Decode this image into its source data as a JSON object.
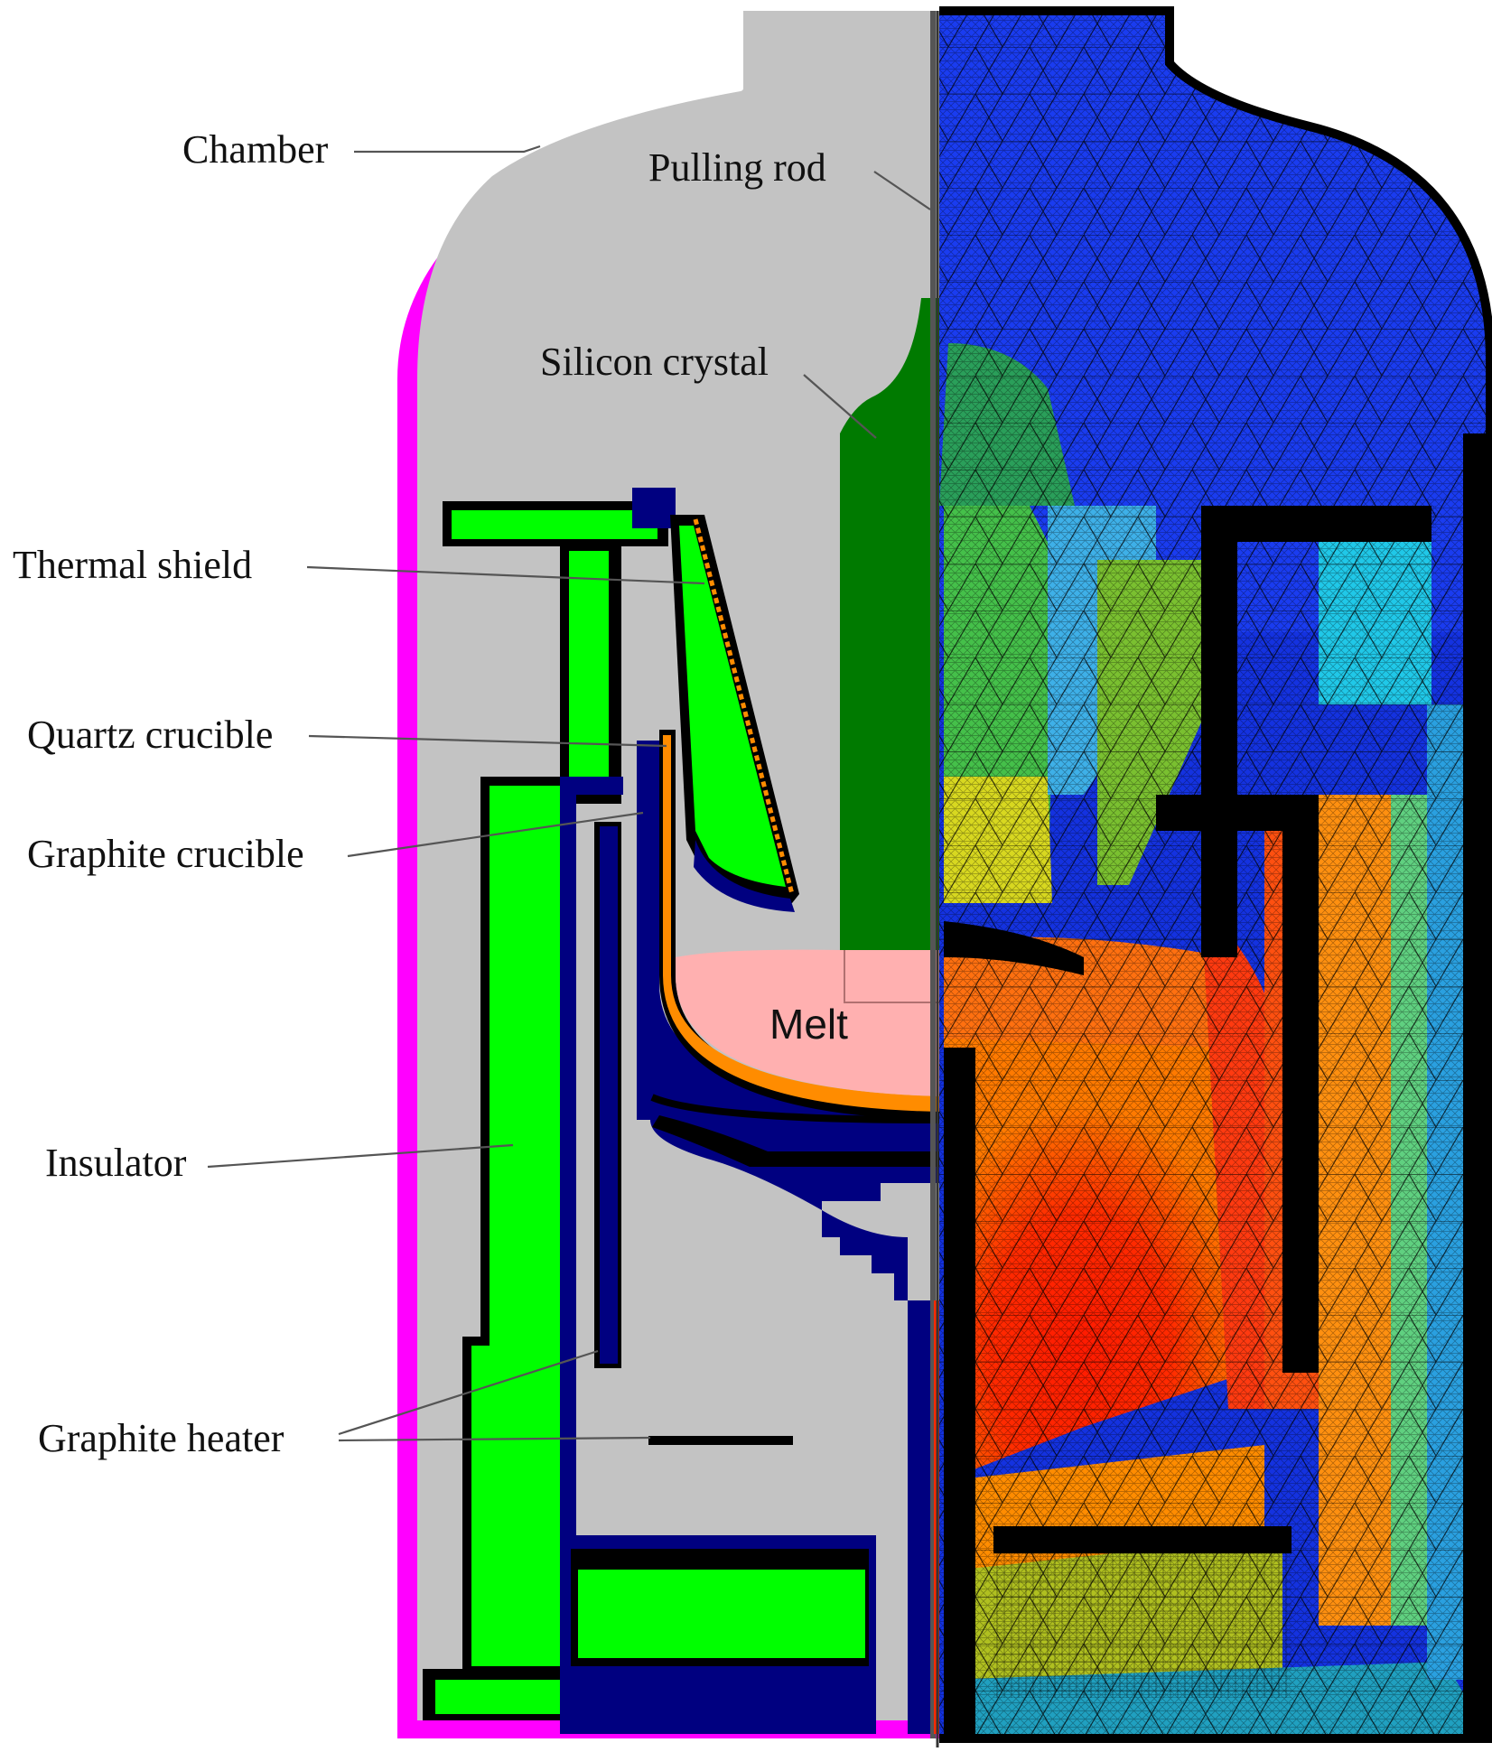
{
  "labels": {
    "chamber": "Chamber",
    "pulling_rod": "Pulling rod",
    "silicon_crystal": "Silicon crystal",
    "thermal_shield": "Thermal shield",
    "quartz_crucible": "Quartz crucible",
    "graphite_crucible": "Graphite crucible",
    "insulator": "Insulator",
    "graphite_heater": "Graphite heater",
    "melt": "Melt"
  },
  "colors": {
    "chamber": "#ff00ff",
    "gas": "#c3c3c3",
    "insulator": "#00ff00",
    "graphite": "#000080",
    "crystal": "#007a00",
    "melt": "#ffb0b0",
    "quartz": "#ff8c00",
    "mesh_hot": "#ff2000",
    "mesh_cold": "#0a2ad6"
  }
}
